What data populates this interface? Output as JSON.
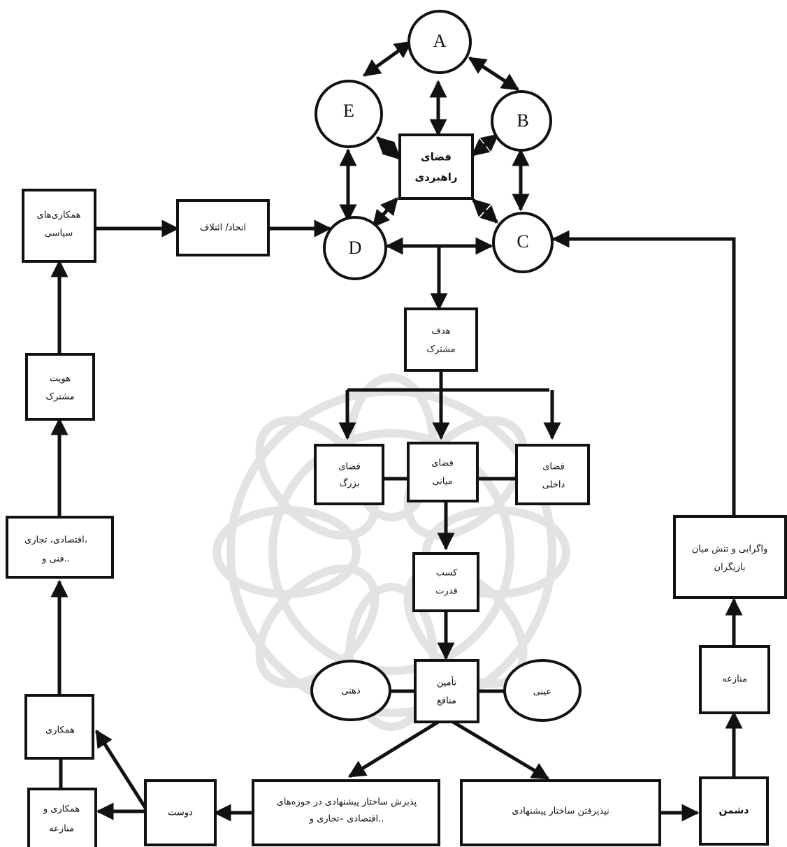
{
  "nodes": {
    "actor_a": "A",
    "actor_b": "B",
    "actor_c": "C",
    "actor_d": "D",
    "actor_e": "E",
    "strategic_space": [
      "فضای",
      "راهبردی"
    ],
    "political_cooperation": [
      "همکاری‌های",
      "سیاسی"
    ],
    "union_coalition": [
      "اتحاد/ ائتلاف"
    ],
    "common_identity": [
      "هویت",
      "مشترک"
    ],
    "economic_trade": [
      "اقتصادی، تجاری،",
      "فنی و.."
    ],
    "cooperation": [
      "همکاری"
    ],
    "cooperation_conflict": [
      "همکاری و",
      "منازعه"
    ],
    "friend": [
      "دوست"
    ],
    "common_goal": [
      "هدف",
      "مشترک"
    ],
    "large_space": [
      "فضای",
      "بزرگ"
    ],
    "middle_space": [
      "فضای",
      "میانی"
    ],
    "internal_space": [
      "فضای",
      "داخلی"
    ],
    "gaining_power": [
      "کسب",
      "قدرت"
    ],
    "securing_interests": [
      "تأمین",
      "منافع"
    ],
    "mental": [
      "ذهنی"
    ],
    "objective": [
      "عینی"
    ],
    "accept_structure": [
      "پذیرش ساختار پیشنهادی در حوزه‌های",
      "اقتصادی –تجاری و.."
    ],
    "reject_structure": [
      "نپذیرفتن ساختار پیشنهادی"
    ],
    "enemy": [
      "دشمن"
    ],
    "conflict": [
      "منازعه"
    ],
    "divergence": [
      "واگرایی و تنش میان",
      "بازیگران"
    ]
  }
}
